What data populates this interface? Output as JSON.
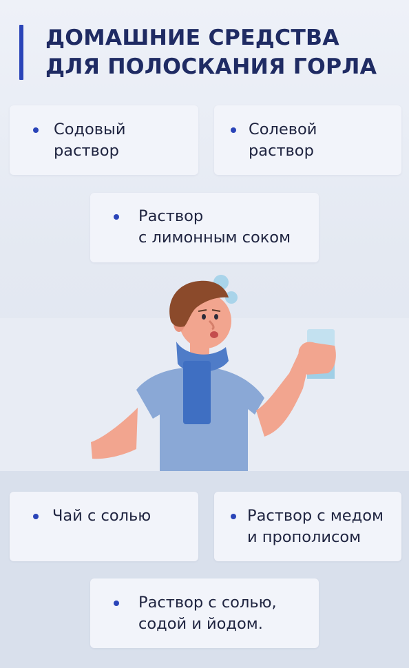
{
  "header": {
    "title_line1": "ДОМАШНИЕ СРЕДСТВА",
    "title_line2": "ДЛЯ ПОЛОСКАНИЯ ГОРЛА"
  },
  "remedies": [
    {
      "line1": "Содовый",
      "line2": "раствор"
    },
    {
      "line1": "Солевой",
      "line2": "раствор"
    },
    {
      "line1": "Раствор",
      "line2": "с лимонным соком"
    },
    {
      "line1": "Чай с солью",
      "line2": ""
    },
    {
      "line1": "Раствор с медом",
      "line2": "и прополисом"
    },
    {
      "line1": "Раствор с солью,",
      "line2": "содой и йодом."
    }
  ],
  "colors": {
    "accent": "#2a44b8",
    "title": "#1f2b63",
    "card": "#f2f4fa",
    "background": "#e4e9f2"
  },
  "icons": {
    "bullet": "bullet-dot-icon",
    "illustration": "man-gargling-illustration"
  }
}
